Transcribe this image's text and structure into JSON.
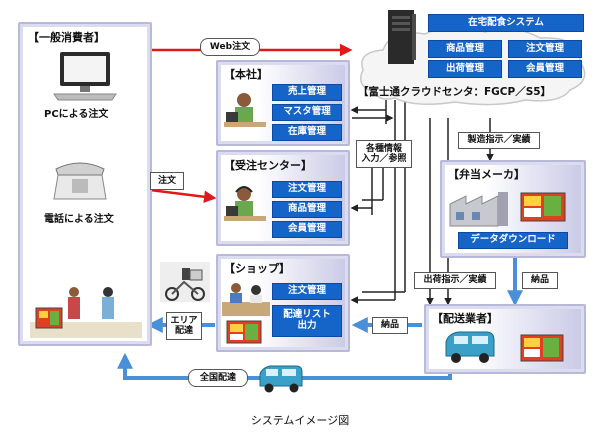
{
  "consumer": {
    "title": "【一般消費者】",
    "pc_order": "PCによる注文",
    "phone_order": "電話による注文"
  },
  "honsha": {
    "title": "【本社】",
    "items": [
      "売上管理",
      "マスタ管理",
      "在庫管理"
    ]
  },
  "order_center": {
    "title": "【受注センター】",
    "items": [
      "注文管理",
      "商品管理",
      "会員管理"
    ]
  },
  "shop": {
    "title": "【ショップ】",
    "items": [
      "注文管理",
      "配達リスト\n出力"
    ]
  },
  "cloud": {
    "system_title": "在宅配食システム",
    "items": [
      "商品管理",
      "注文管理",
      "出荷管理",
      "会員管理"
    ],
    "center_label": "【富士通クラウドセンタ：FGCP／S5】"
  },
  "bento": {
    "title": "【弁当メーカ】",
    "download": "データダウンロード"
  },
  "delivery": {
    "title": "【配送業者】"
  },
  "labels": {
    "web_order": "Web注文",
    "order": "注文",
    "info_io": "各種情報\n入力／参照",
    "manufacture": "製造指示／実績",
    "ship": "出荷指示／実績",
    "product1": "納品",
    "product2": "納品",
    "area": "エリア\n配達",
    "national": "全国配達"
  },
  "caption": "システムイメージ図",
  "colors": {
    "accent_blue": "#1565c8",
    "arrow_red": "#e01818",
    "arrow_dark": "#222222",
    "arrow_light_blue": "#4a90d9"
  }
}
